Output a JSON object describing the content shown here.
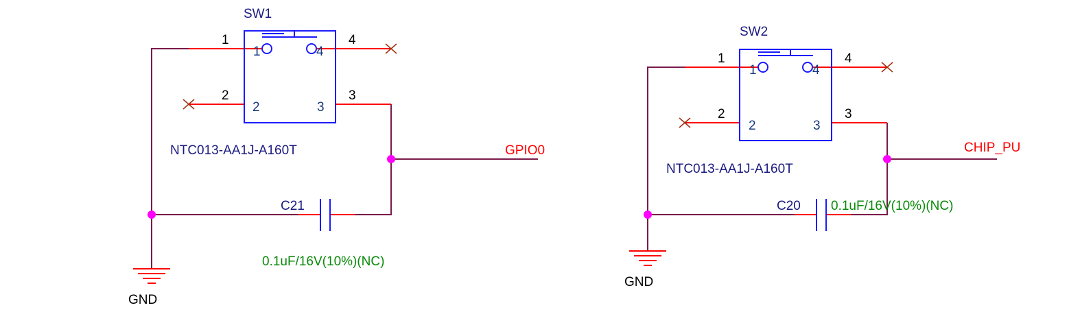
{
  "colors": {
    "component": "#1a1aff",
    "component_text": "#1a1a80",
    "pin_text": "#000000",
    "inner_pin_text": "#1a3a80",
    "pin_wire": "#ff0000",
    "net_wire": "#7a1a4a",
    "junction": "#ff00ff",
    "net_label": "#ff0000",
    "value_text": "#0a8a0a",
    "nc_mark": "#a03010"
  },
  "circuits": [
    {
      "switch": {
        "ref": "SW1",
        "part": "NTC013-AA1J-A160T",
        "pins": [
          "1",
          "2",
          "3",
          "4"
        ],
        "inner_pins": [
          "1",
          "2",
          "3",
          "4"
        ]
      },
      "capacitor": {
        "ref": "C21",
        "value": "0.1uF/16V(10%)(NC)"
      },
      "net_label": "GPIO0",
      "ground": "GND"
    },
    {
      "switch": {
        "ref": "SW2",
        "part": "NTC013-AA1J-A160T",
        "pins": [
          "1",
          "2",
          "3",
          "4"
        ],
        "inner_pins": [
          "1",
          "2",
          "3",
          "4"
        ]
      },
      "capacitor": {
        "ref": "C20",
        "value": "0.1uF/16V(10%)(NC)"
      },
      "net_label": "CHIP_PU",
      "ground": "GND"
    }
  ]
}
